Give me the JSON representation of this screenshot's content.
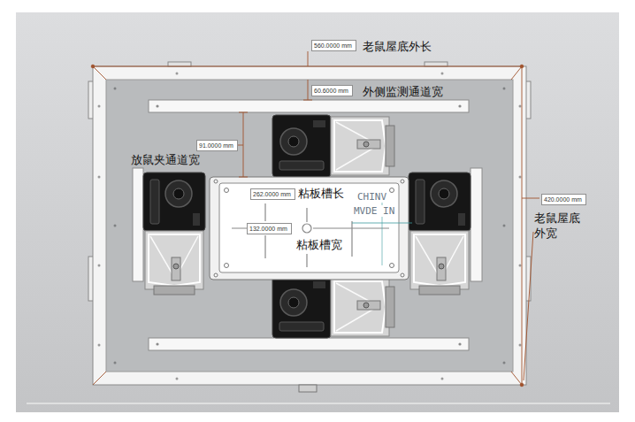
{
  "diagram": {
    "nodes": [
      {
        "text": [
          "560.0000 mm"
        ]
      },
      {
        "text": [
          "60.6000 mm"
        ]
      },
      {
        "text": [
          "91.0000 mm"
        ]
      },
      {
        "text": [
          "262.0000 mm"
        ]
      },
      {
        "text": [
          "132.0000 mm"
        ]
      },
      {
        "text": [
          "420.0000 mm"
        ]
      }
    ],
    "labels": [
      "老鼠屋底外长",
      "外侧监测通道宽",
      "放鼠夹通道宽",
      "粘板槽长",
      "粘板槽宽",
      "老鼠屋底 外宽",
      "CHINV",
      "MVDE IN"
    ]
  }
}
